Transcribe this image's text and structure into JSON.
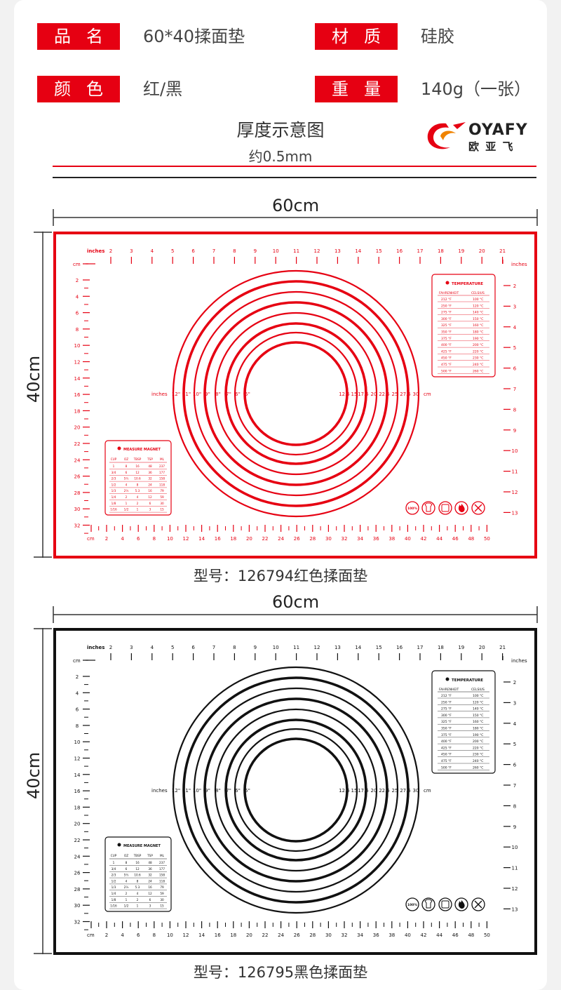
{
  "specs": {
    "name_label": "品名",
    "name_value": "60*40揉面垫",
    "material_label": "材质",
    "material_value": "硅胶",
    "color_label": "颜色",
    "color_value": "红/黑",
    "weight_label": "重量",
    "weight_value": "140g（一张）"
  },
  "thickness": {
    "title": "厚度示意图",
    "value": "约0.5mm"
  },
  "brand": {
    "name_en": "OYAFY",
    "name_cn": "欧 亚 飞"
  },
  "dimensions": {
    "width": "60cm",
    "height": "40cm"
  },
  "mats": [
    {
      "color": "#e60012",
      "caption": "型号：126794红色揉面垫"
    },
    {
      "color": "#111111",
      "caption": "型号：126795黑色揉面垫"
    }
  ],
  "colors": {
    "accent": "#e60012",
    "black": "#111111"
  },
  "mat_content": {
    "inches_label": "inches",
    "cm_label": "cm",
    "top_inch_ticks": [
      "2",
      "3",
      "4",
      "5",
      "6",
      "7",
      "8",
      "9",
      "10",
      "11",
      "12",
      "13",
      "14",
      "15",
      "16",
      "17",
      "18",
      "19",
      "20",
      "21"
    ],
    "right_inch_ticks": [
      "2",
      "3",
      "4",
      "5",
      "6",
      "7",
      "8",
      "9",
      "10",
      "11",
      "12",
      "13"
    ],
    "left_cm_ticks": [
      "2",
      "4",
      "6",
      "8",
      "10",
      "12",
      "14",
      "16",
      "18",
      "20",
      "22",
      "24",
      "26",
      "28",
      "30",
      "32"
    ],
    "bottom_cm_ticks": [
      "2",
      "4",
      "6",
      "8",
      "10",
      "12",
      "14",
      "16",
      "18",
      "20",
      "22",
      "24",
      "26",
      "28",
      "30",
      "32",
      "34",
      "36",
      "38",
      "40",
      "42",
      "44",
      "46",
      "48",
      "50"
    ],
    "circle_inch_labels": [
      "12\"",
      "11\"",
      "10\"",
      "9\"",
      "8\"",
      "7\"",
      "6\"",
      "5\""
    ],
    "circle_cm_labels": [
      "12.5",
      "15",
      "17.5",
      "20",
      "22.5",
      "25",
      "27.5",
      "30"
    ],
    "circle_unit_inches": "inches",
    "circle_unit_cm": "cm",
    "temperature": {
      "title": "TEMPERATURE",
      "headers": [
        "FAHRENHEIT",
        "CELSIUS"
      ],
      "rows": [
        [
          "212 °F",
          "100 °C"
        ],
        [
          "250 °F",
          "120 °C"
        ],
        [
          "275 °F",
          "140 °C"
        ],
        [
          "300 °F",
          "150 °C"
        ],
        [
          "325 °F",
          "160 °C"
        ],
        [
          "350 °F",
          "180 °C"
        ],
        [
          "375 °F",
          "190 °C"
        ],
        [
          "400 °F",
          "200 °C"
        ],
        [
          "425 °F",
          "220 °C"
        ],
        [
          "450 °F",
          "230 °C"
        ],
        [
          "475 °F",
          "240 °C"
        ],
        [
          "500 °F",
          "260 °C"
        ]
      ]
    },
    "measure": {
      "title": "MEASURE MAGNET",
      "headers": [
        "CUP",
        "OZ",
        "TBSP",
        "TSP",
        "ML"
      ],
      "rows": [
        [
          "1",
          "8",
          "16",
          "48",
          "237"
        ],
        [
          "3/4",
          "6",
          "12",
          "36",
          "177"
        ],
        [
          "2/3",
          "5⅓",
          "10.6",
          "32",
          "158"
        ],
        [
          "1/2",
          "4",
          "8",
          "24",
          "118"
        ],
        [
          "1/3",
          "2⅔",
          "5.3",
          "16",
          "79"
        ],
        [
          "1/4",
          "2",
          "4",
          "12",
          "59"
        ],
        [
          "1/8",
          "1",
          "2",
          "6",
          "30"
        ],
        [
          "1/16",
          "1/2",
          "1",
          "3",
          "15"
        ]
      ]
    },
    "badge": "100%"
  }
}
